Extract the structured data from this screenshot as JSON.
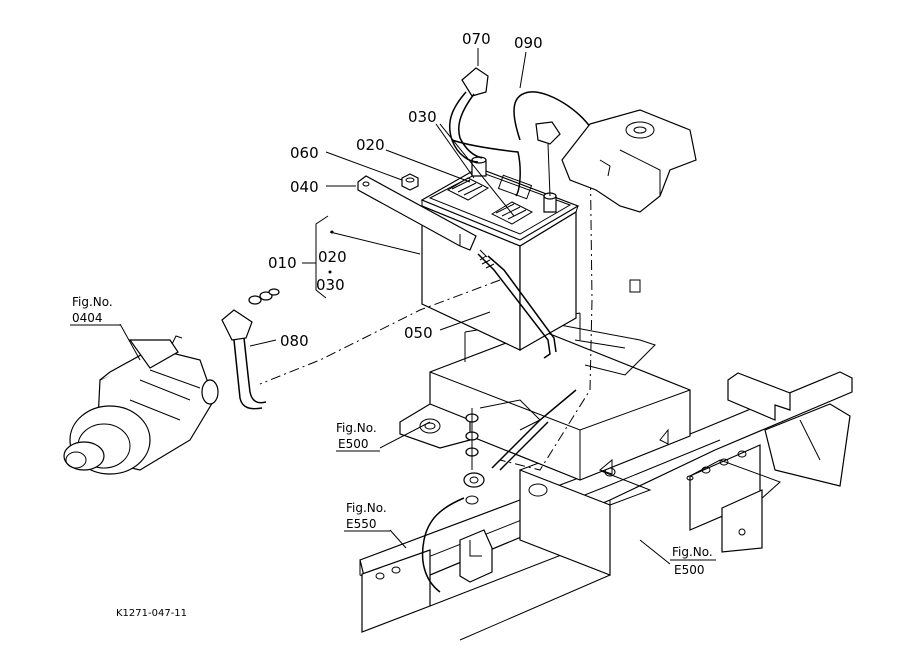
{
  "drawing_code": "K1271-047-11",
  "parts": {
    "p010": "010",
    "p020_top": "020",
    "p020_group": "020",
    "p030_top": "030",
    "p030_group": "030",
    "p040": "040",
    "p050": "050",
    "p060": "060",
    "p070": "070",
    "p080": "080",
    "p090": "090"
  },
  "fig_refs": {
    "starter": {
      "label": "Fig.No.",
      "number": "0404"
    },
    "bracket": {
      "label": "Fig.No.",
      "number": "E500"
    },
    "frame_left": {
      "label": "Fig.No.",
      "number": "E550"
    },
    "frame_right": {
      "label": "Fig.No.",
      "number": "E500"
    }
  }
}
